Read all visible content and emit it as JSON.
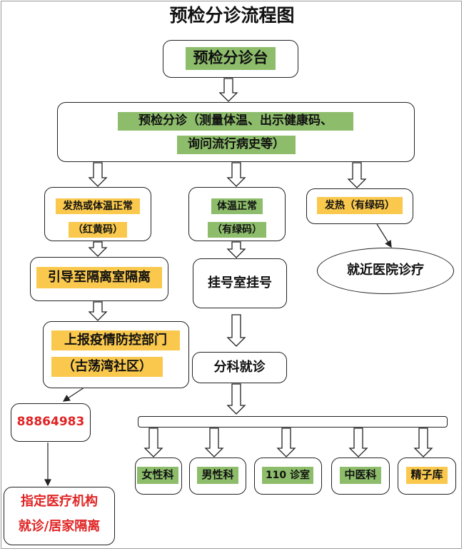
{
  "title": "预检分诊流程图",
  "nodes": {
    "desk": "预检分诊台",
    "triage_line1": "预检分诊（测量体温、出示健康码、",
    "triage_line2": "询问流行病史等）",
    "fever_normal_temp": "发热或体温正常",
    "red_yellow_code": "（红黄码）",
    "normal_temp": "体温正常",
    "green_code": "（有绿码）",
    "fever_green": "发热（有绿码）",
    "nearby_hospital": "就近医院诊疗",
    "guide_isolation": "引导至隔离室隔离",
    "registration": "挂号室挂号",
    "report_dept": "上报疫情防控部门",
    "community": "（古荡湾社区）",
    "department_triage": "分科就诊",
    "phone": "88864983",
    "designated_line1": "指定医疗机构",
    "designated_line2": "就诊/居家隔离"
  },
  "departments": [
    "女性科",
    "男性科",
    "110 诊室",
    "中医科",
    "精子库"
  ],
  "colors": {
    "green_highlight": "#8dbd6b",
    "yellow_highlight": "#f9c84d",
    "red_text": "#e02424",
    "line": "#222222"
  }
}
